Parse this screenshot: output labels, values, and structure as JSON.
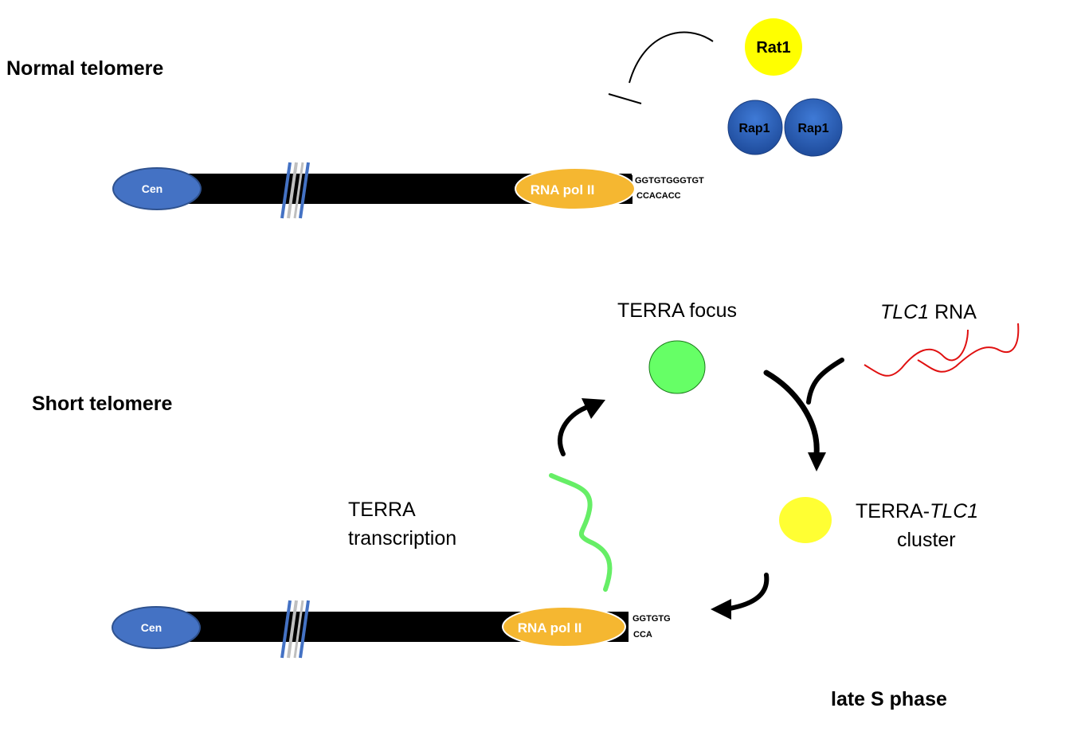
{
  "labels": {
    "normal_telomere": "Normal telomere",
    "short_telomere": "Short telomere",
    "late_s_phase": "late S phase",
    "terra_focus": "TERRA focus",
    "tlc1_rna_italic": "TLC1",
    "tlc1_rna_rest": " RNA",
    "terra_transcription_line1": "TERRA",
    "terra_transcription_line2": "transcription",
    "cluster_line1_prefix": "TERRA-",
    "cluster_line1_italic": "TLC1",
    "cluster_line2": "cluster"
  },
  "proteins": {
    "rat1": "Rat1",
    "rap1_left": "Rap1",
    "rap1_right": "Rap1",
    "cen_top": "Cen",
    "cen_bottom": "Cen",
    "rna_pol_top": "RNA pol II",
    "rna_pol_bottom": "RNA pol II"
  },
  "sequences": {
    "top_strand_normal": "GGTGTGGGTGT",
    "bottom_strand_normal": "CCACACC",
    "top_strand_short": "GGTGTG",
    "bottom_strand_short": "CCA"
  },
  "colors": {
    "cen": "#4472c4",
    "rna_pol": "#f5b731",
    "rat1": "#ffff00",
    "rap1": "#2f5fb3",
    "terra_focus": "#66ff66",
    "cluster": "#ffff33",
    "terra_rna": "#66ee66",
    "tlc1_rna": "#e01010",
    "chromosome": "#000000"
  }
}
